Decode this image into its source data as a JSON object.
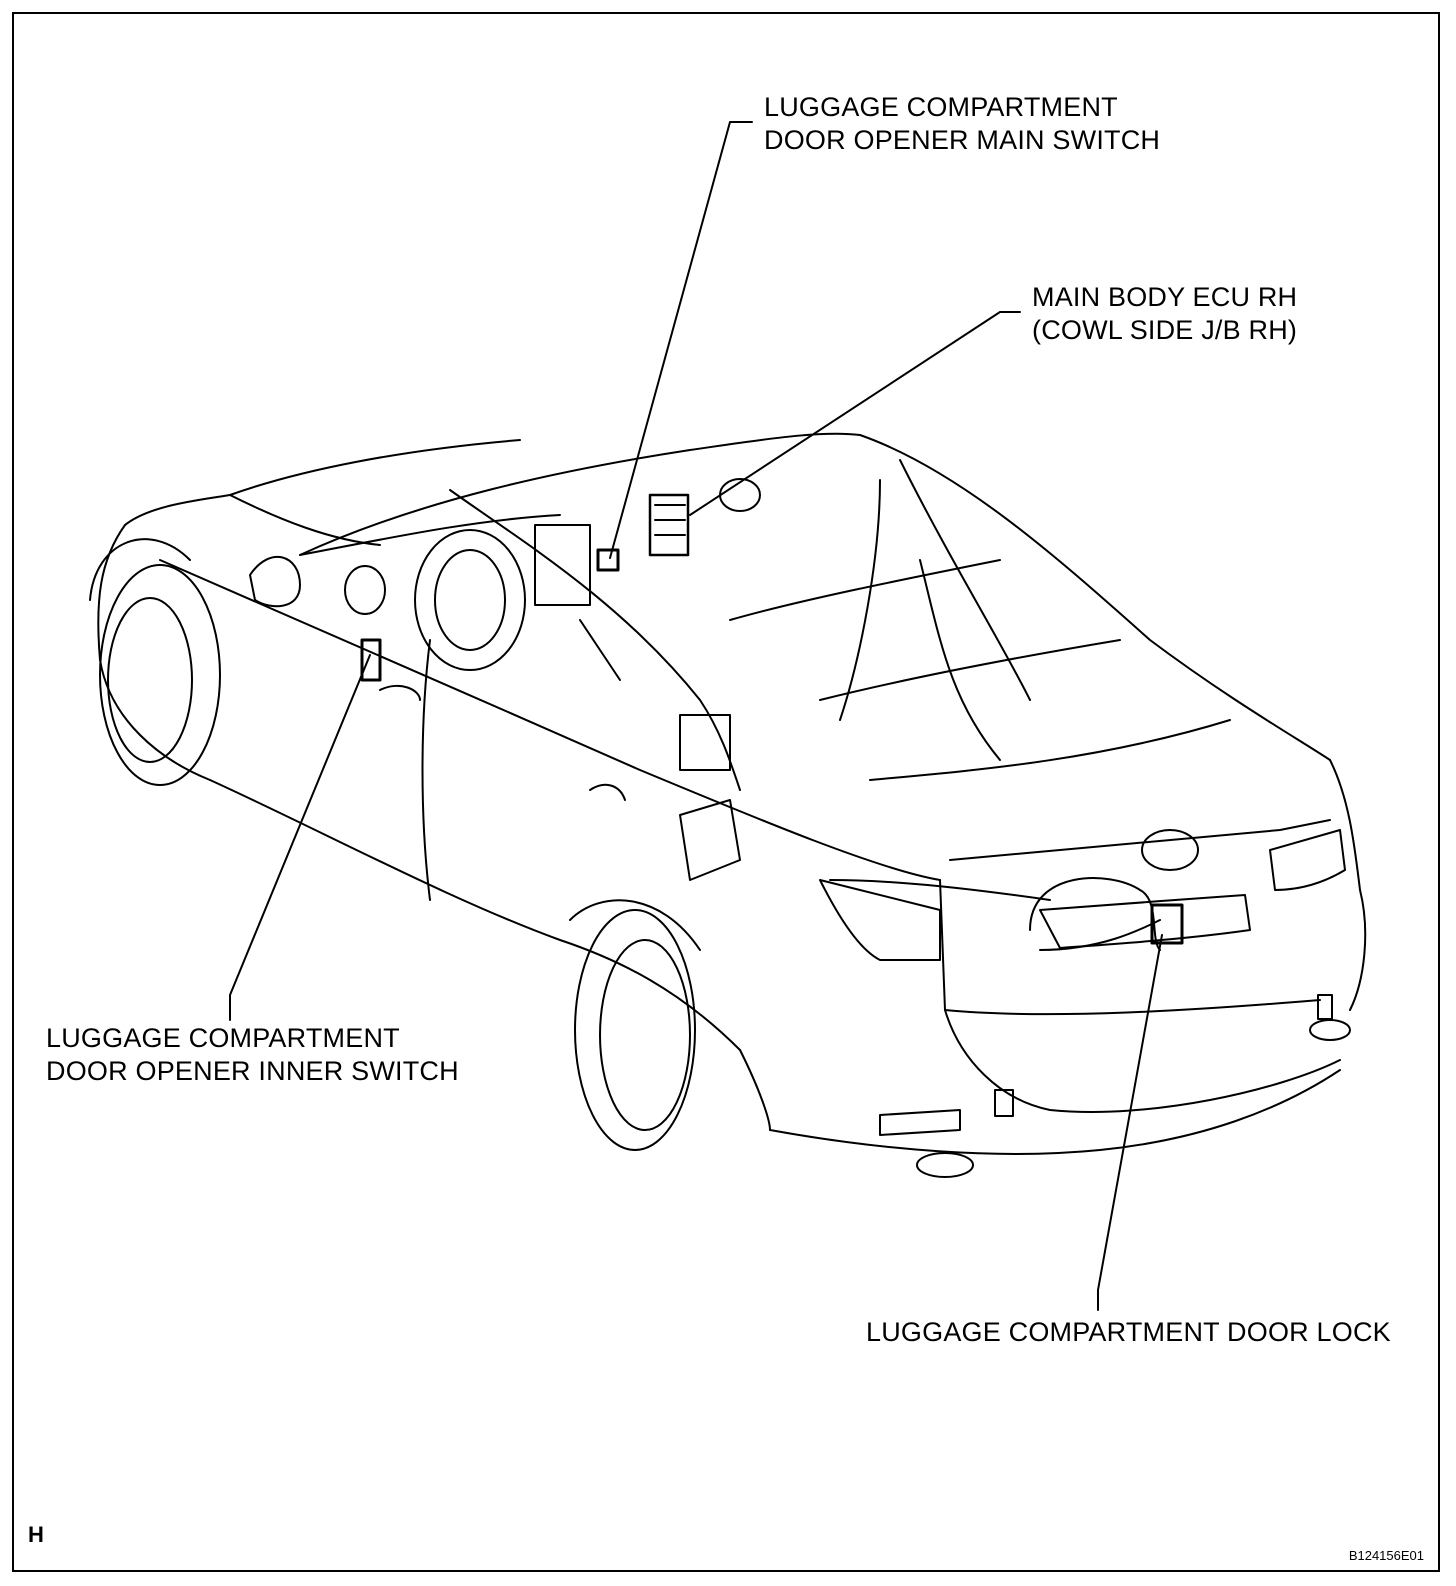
{
  "callouts": {
    "main_switch": {
      "line1": "LUGGAGE COMPARTMENT",
      "line2": "DOOR OPENER MAIN SWITCH"
    },
    "ecu": {
      "line1": "MAIN BODY ECU RH",
      "line2": "(COWL SIDE J/B RH)"
    },
    "inner_switch": {
      "line1": "LUGGAGE COMPARTMENT",
      "line2": "DOOR OPENER INNER SWITCH"
    },
    "door_lock": {
      "line1": "LUGGAGE COMPARTMENT DOOR LOCK"
    }
  },
  "corner_letter": "H",
  "figure_code": "B124156E01",
  "colors": {
    "ink": "#000000",
    "paper": "#ffffff"
  }
}
